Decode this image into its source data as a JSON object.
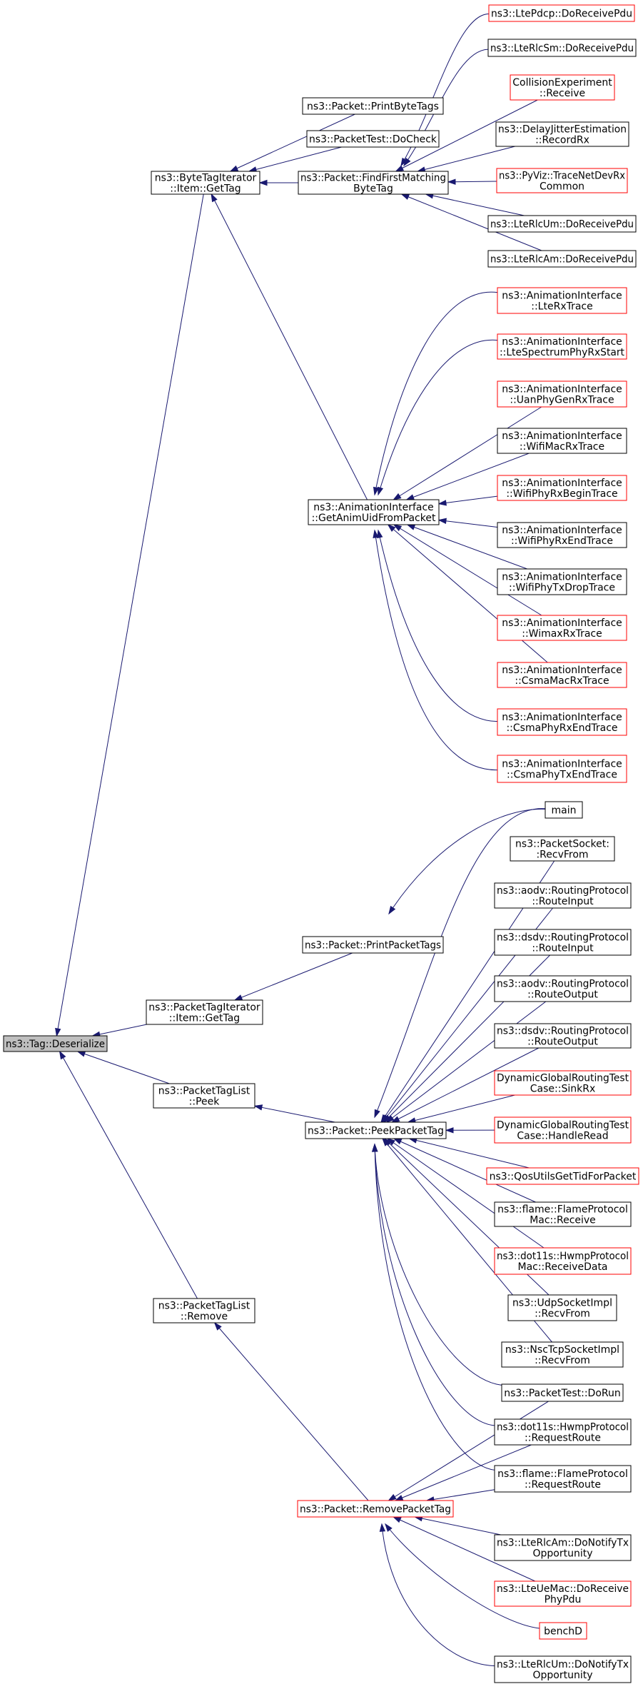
{
  "root": {
    "id": "tag_deserialize",
    "label": [
      "ns3::Tag::Deserialize"
    ]
  },
  "nodes": [
    {
      "id": "bti_gettag",
      "label": [
        "ns3::ByteTagIterator",
        "::Item::GetTag"
      ],
      "red": false
    },
    {
      "id": "pkt_printbytetags",
      "label": [
        "ns3::Packet::PrintByteTags"
      ],
      "red": false
    },
    {
      "id": "pkttest_docheck",
      "label": [
        "ns3::PacketTest::DoCheck"
      ],
      "red": false
    },
    {
      "id": "pkt_findfirstmatching",
      "label": [
        "ns3::Packet::FindFirstMatching",
        "ByteTag"
      ],
      "red": false
    },
    {
      "id": "ltepdcp_doreceivepdu",
      "label": [
        "ns3::LtePdcp::DoReceivePdu"
      ],
      "red": true
    },
    {
      "id": "lterlcsm_doreceivepdu",
      "label": [
        "ns3::LteRlcSm::DoReceivePdu"
      ],
      "red": false
    },
    {
      "id": "collisionexperiment_receive",
      "label": [
        "CollisionExperiment",
        "::Receive"
      ],
      "red": true
    },
    {
      "id": "delayjitter_recordrx",
      "label": [
        "ns3::DelayJitterEstimation",
        "::RecordRx"
      ],
      "red": false
    },
    {
      "id": "pyviz_tracenetdevrx",
      "label": [
        "ns3::PyViz::TraceNetDevRx",
        "Common"
      ],
      "red": true
    },
    {
      "id": "lterlcum_doreceivepdu",
      "label": [
        "ns3::LteRlcUm::DoReceivePdu"
      ],
      "red": false
    },
    {
      "id": "lterlcam_doreceivepdu",
      "label": [
        "ns3::LteRlcAm::DoReceivePdu"
      ],
      "red": false
    },
    {
      "id": "anim_getanimuid",
      "label": [
        "ns3::AnimationInterface",
        "::GetAnimUidFromPacket"
      ],
      "red": false
    },
    {
      "id": "anim_ltertrace",
      "label": [
        "ns3::AnimationInterface",
        "::LteRxTrace"
      ],
      "red": true
    },
    {
      "id": "anim_ltespectrum",
      "label": [
        "ns3::AnimationInterface",
        "::LteSpectrumPhyRxStart"
      ],
      "red": true
    },
    {
      "id": "anim_uanphy",
      "label": [
        "ns3::AnimationInterface",
        "::UanPhyGenRxTrace"
      ],
      "red": true
    },
    {
      "id": "anim_wifimacrx",
      "label": [
        "ns3::AnimationInterface",
        "::WifiMacRxTrace"
      ],
      "red": false
    },
    {
      "id": "anim_wifiphyrxbegin",
      "label": [
        "ns3::AnimationInterface",
        "::WifiPhyRxBeginTrace"
      ],
      "red": true
    },
    {
      "id": "anim_wifiphyrxend",
      "label": [
        "ns3::AnimationInterface",
        "::WifiPhyRxEndTrace"
      ],
      "red": false
    },
    {
      "id": "anim_wifiphytxdrop",
      "label": [
        "ns3::AnimationInterface",
        "::WifiPhyTxDropTrace"
      ],
      "red": false
    },
    {
      "id": "anim_wimaxrx",
      "label": [
        "ns3::AnimationInterface",
        "::WimaxRxTrace"
      ],
      "red": true
    },
    {
      "id": "anim_csmamacrx",
      "label": [
        "ns3::AnimationInterface",
        "::CsmaMacRxTrace"
      ],
      "red": true
    },
    {
      "id": "anim_csmaphyrxend",
      "label": [
        "ns3::AnimationInterface",
        "::CsmaPhyRxEndTrace"
      ],
      "red": true
    },
    {
      "id": "anim_csmaphytxend",
      "label": [
        "ns3::AnimationInterface",
        "::CsmaPhyTxEndTrace"
      ],
      "red": true
    },
    {
      "id": "main",
      "label": [
        "main"
      ],
      "red": false
    },
    {
      "id": "packetsocket_recvfrom",
      "label": [
        "ns3::PacketSocket:",
        ":RecvFrom"
      ],
      "red": false
    },
    {
      "id": "aodv_routeinput",
      "label": [
        "ns3::aodv::RoutingProtocol",
        "::RouteInput"
      ],
      "red": false
    },
    {
      "id": "dsdv_routeinput",
      "label": [
        "ns3::dsdv::RoutingProtocol",
        "::RouteInput"
      ],
      "red": false
    },
    {
      "id": "aodv_routeoutput",
      "label": [
        "ns3::aodv::RoutingProtocol",
        "::RouteOutput"
      ],
      "red": false
    },
    {
      "id": "dsdv_routeoutput",
      "label": [
        "ns3::dsdv::RoutingProtocol",
        "::RouteOutput"
      ],
      "red": false
    },
    {
      "id": "pkt_printpackettags",
      "label": [
        "ns3::Packet::PrintPacketTags"
      ],
      "red": false
    },
    {
      "id": "pti_gettag",
      "label": [
        "ns3::PacketTagIterator",
        "::Item::GetTag"
      ],
      "red": false
    },
    {
      "id": "ptl_peek",
      "label": [
        "ns3::PacketTagList",
        "::Peek"
      ],
      "red": false
    },
    {
      "id": "pkt_peekpackettag",
      "label": [
        "ns3::Packet::PeekPacketTag"
      ],
      "red": false
    },
    {
      "id": "dgrt_sinkrx",
      "label": [
        "DynamicGlobalRoutingTest",
        "Case::SinkRx"
      ],
      "red": true
    },
    {
      "id": "dgrt_handleread",
      "label": [
        "DynamicGlobalRoutingTest",
        "Case::HandleRead"
      ],
      "red": true
    },
    {
      "id": "qosutils_gettid",
      "label": [
        "ns3::QosUtilsGetTidForPacket"
      ],
      "red": true
    },
    {
      "id": "flame_mac_receive",
      "label": [
        "ns3::flame::FlameProtocol",
        "Mac::Receive"
      ],
      "red": false
    },
    {
      "id": "dot11s_hwmp_receivedata",
      "label": [
        "ns3::dot11s::HwmpProtocol",
        "Mac::ReceiveData"
      ],
      "red": true
    },
    {
      "id": "udpsocket_recvfrom",
      "label": [
        "ns3::UdpSocketImpl",
        "::RecvFrom"
      ],
      "red": false
    },
    {
      "id": "nsctcpsocket_recvfrom",
      "label": [
        "ns3::NscTcpSocketImpl",
        "::RecvFrom"
      ],
      "red": false
    },
    {
      "id": "ptl_remove",
      "label": [
        "ns3::PacketTagList",
        "::Remove"
      ],
      "red": false
    },
    {
      "id": "pkttest_dorun",
      "label": [
        "ns3::PacketTest::DoRun"
      ],
      "red": false
    },
    {
      "id": "dot11s_hwmp_requestroute",
      "label": [
        "ns3::dot11s::HwmpProtocol",
        "::RequestRoute"
      ],
      "red": false
    },
    {
      "id": "flame_requestroute",
      "label": [
        "ns3::flame::FlameProtocol",
        "::RequestRoute"
      ],
      "red": false
    },
    {
      "id": "pkt_removepackettag",
      "label": [
        "ns3::Packet::RemovePacketTag"
      ],
      "red": true
    },
    {
      "id": "lterlcam_donotifytx",
      "label": [
        "ns3::LteRlcAm::DoNotifyTx",
        "Opportunity"
      ],
      "red": false
    },
    {
      "id": "lteuemac_doreceivephypdu",
      "label": [
        "ns3::LteUeMac::DoReceive",
        "PhyPdu"
      ],
      "red": true
    },
    {
      "id": "benchd",
      "label": [
        "benchD"
      ],
      "red": true
    },
    {
      "id": "lterlcum_donotifytx",
      "label": [
        "ns3::LteRlcUm::DoNotifyTx",
        "Opportunity"
      ],
      "red": false
    }
  ],
  "edges": [
    [
      "bti_gettag",
      "tag_deserialize"
    ],
    [
      "pkt_printbytetags",
      "bti_gettag"
    ],
    [
      "pkttest_docheck",
      "bti_gettag"
    ],
    [
      "pkt_findfirstmatching",
      "bti_gettag"
    ],
    [
      "anim_getanimuid",
      "bti_gettag"
    ],
    [
      "ltepdcp_doreceivepdu",
      "pkt_findfirstmatching"
    ],
    [
      "lterlcsm_doreceivepdu",
      "pkt_findfirstmatching"
    ],
    [
      "collisionexperiment_receive",
      "pkt_findfirstmatching"
    ],
    [
      "delayjitter_recordrx",
      "pkt_findfirstmatching"
    ],
    [
      "pyviz_tracenetdevrx",
      "pkt_findfirstmatching"
    ],
    [
      "lterlcum_doreceivepdu",
      "pkt_findfirstmatching"
    ],
    [
      "lterlcam_doreceivepdu",
      "pkt_findfirstmatching"
    ],
    [
      "anim_ltertrace",
      "anim_getanimuid"
    ],
    [
      "anim_ltespectrum",
      "anim_getanimuid"
    ],
    [
      "anim_uanphy",
      "anim_getanimuid"
    ],
    [
      "anim_wifimacrx",
      "anim_getanimuid"
    ],
    [
      "anim_wifiphyrxbegin",
      "anim_getanimuid"
    ],
    [
      "anim_wifiphyrxend",
      "anim_getanimuid"
    ],
    [
      "anim_wifiphytxdrop",
      "anim_getanimuid"
    ],
    [
      "anim_wimaxrx",
      "anim_getanimuid"
    ],
    [
      "anim_csmamacrx",
      "anim_getanimuid"
    ],
    [
      "anim_csmaphyrxend",
      "anim_getanimuid"
    ],
    [
      "anim_csmaphytxend",
      "anim_getanimuid"
    ],
    [
      "pti_gettag",
      "tag_deserialize"
    ],
    [
      "pkt_printpackettags",
      "pti_gettag"
    ],
    [
      "main",
      "pkt_printpackettags"
    ],
    [
      "ptl_peek",
      "tag_deserialize"
    ],
    [
      "pkt_peekpackettag",
      "ptl_peek"
    ],
    [
      "main",
      "pkt_peekpackettag"
    ],
    [
      "packetsocket_recvfrom",
      "pkt_peekpackettag"
    ],
    [
      "aodv_routeinput",
      "pkt_peekpackettag"
    ],
    [
      "dsdv_routeinput",
      "pkt_peekpackettag"
    ],
    [
      "aodv_routeoutput",
      "pkt_peekpackettag"
    ],
    [
      "dsdv_routeoutput",
      "pkt_peekpackettag"
    ],
    [
      "dgrt_sinkrx",
      "pkt_peekpackettag"
    ],
    [
      "dgrt_handleread",
      "pkt_peekpackettag"
    ],
    [
      "qosutils_gettid",
      "pkt_peekpackettag"
    ],
    [
      "flame_mac_receive",
      "pkt_peekpackettag"
    ],
    [
      "dot11s_hwmp_receivedata",
      "pkt_peekpackettag"
    ],
    [
      "udpsocket_recvfrom",
      "pkt_peekpackettag"
    ],
    [
      "nsctcpsocket_recvfrom",
      "pkt_peekpackettag"
    ],
    [
      "pkttest_dorun",
      "pkt_peekpackettag"
    ],
    [
      "dot11s_hwmp_requestroute",
      "pkt_peekpackettag"
    ],
    [
      "flame_requestroute",
      "pkt_peekpackettag"
    ],
    [
      "ptl_remove",
      "tag_deserialize"
    ],
    [
      "pkt_removepackettag",
      "ptl_remove"
    ],
    [
      "pkttest_dorun",
      "pkt_removepackettag"
    ],
    [
      "dot11s_hwmp_requestroute",
      "pkt_removepackettag"
    ],
    [
      "flame_requestroute",
      "pkt_removepackettag"
    ],
    [
      "lterlcam_donotifytx",
      "pkt_removepackettag"
    ],
    [
      "lteuemac_doreceivephypdu",
      "pkt_removepackettag"
    ],
    [
      "benchd",
      "pkt_removepackettag"
    ],
    [
      "lterlcum_donotifytx",
      "pkt_removepackettag"
    ]
  ]
}
